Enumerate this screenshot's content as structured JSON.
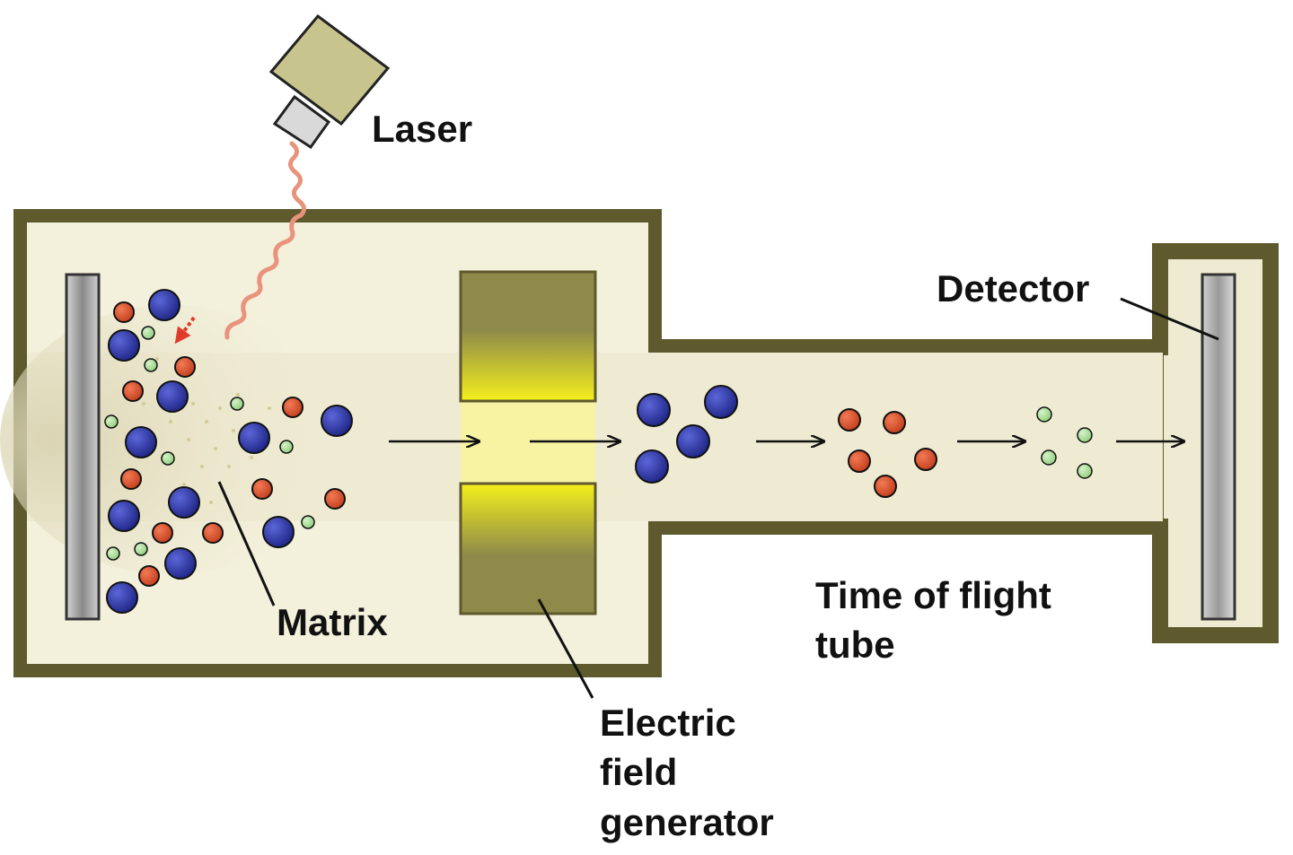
{
  "labels": {
    "laser": "Laser",
    "detector": "Detector",
    "matrix": "Matrix",
    "tof_line1": "Time of flight",
    "tof_line2": "tube",
    "efg_line1": "Electric",
    "efg_line2": "field",
    "efg_line3": "generator"
  },
  "colors": {
    "housing_outline": "#5e5a2e",
    "housing_fill": "#ece7cc",
    "laser_body": "#c8c48e",
    "laser_ray": "#e0826e",
    "ion_large": "#2b35a8",
    "ion_medium": "#e0562f",
    "ion_small": "#8fcf7c",
    "field_plate": "#8e8a4a",
    "field_glow": "#f2ee24",
    "plate": "#9a9a9a"
  },
  "icons": {
    "laser": "laser-icon",
    "sample_plate": "sample-plate-icon",
    "detector": "detector-icon",
    "arrow": "arrow-right-icon"
  }
}
